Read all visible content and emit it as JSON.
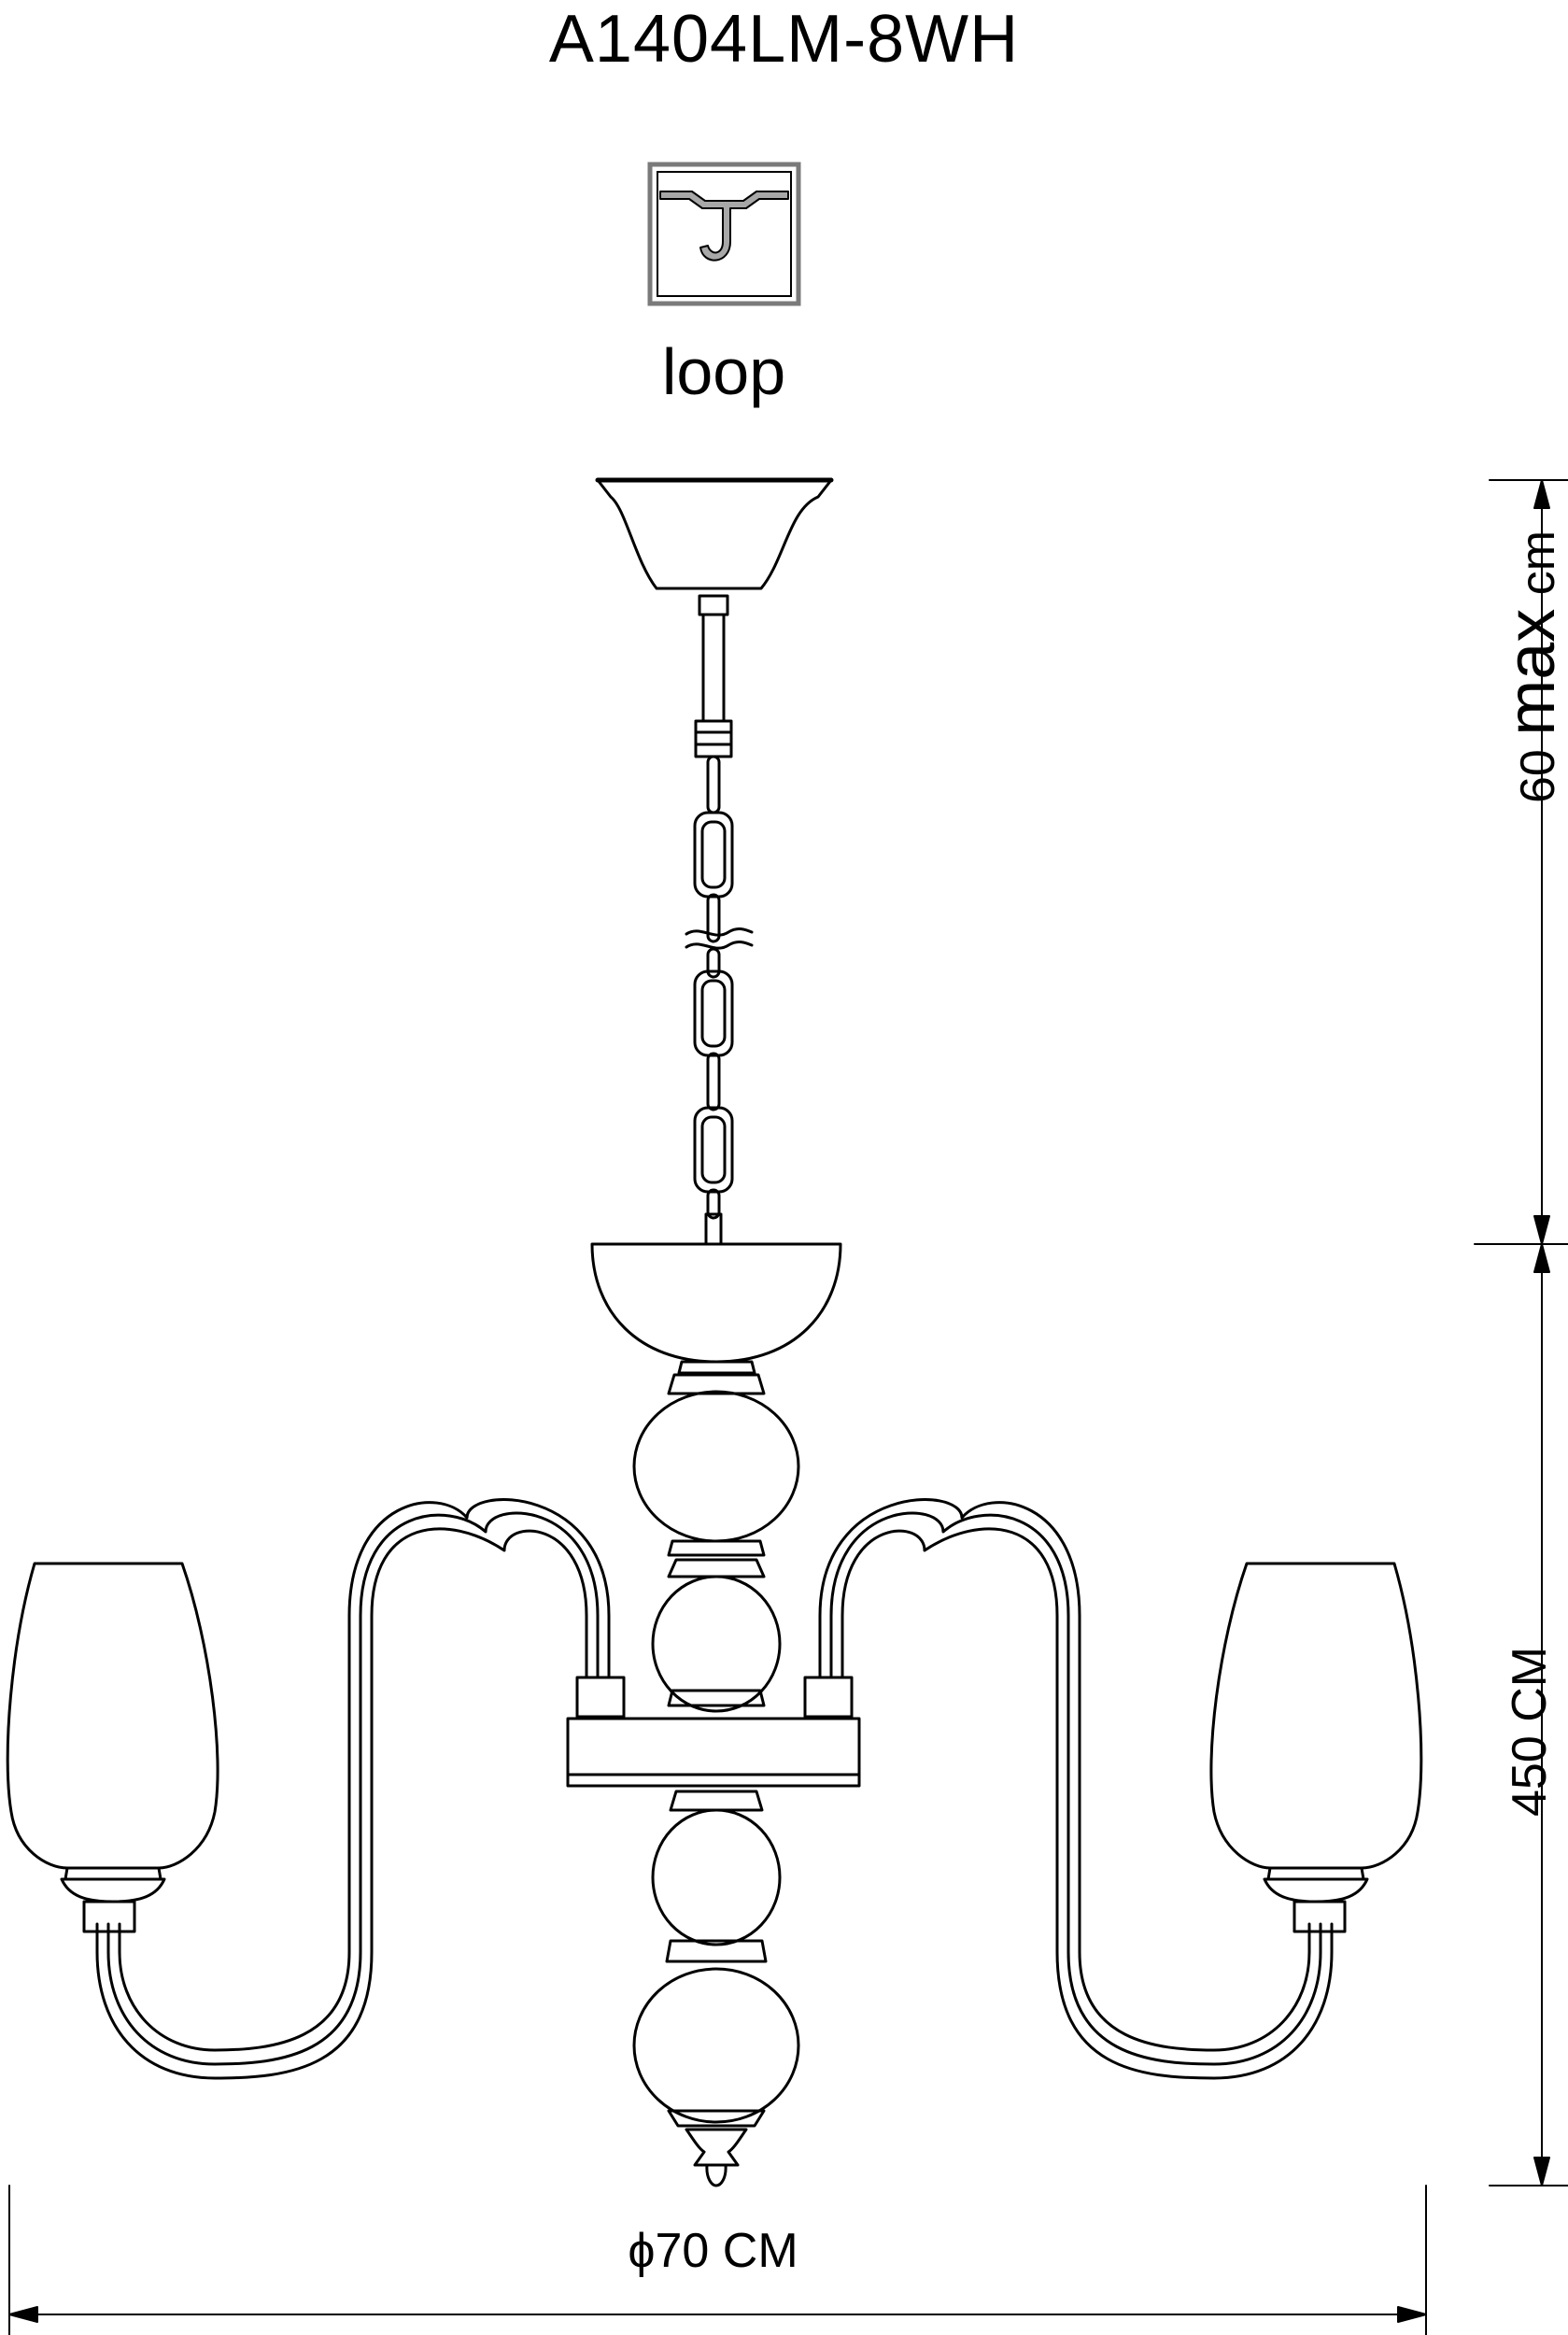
{
  "title": "A1404LM-8WH",
  "mount": {
    "icon": "ceiling-hook-icon",
    "label": "loop"
  },
  "dimensions": {
    "chain": {
      "value": "60",
      "word": "max",
      "unit": "cm"
    },
    "body": "450 CM",
    "width": "ϕ70 CM"
  },
  "colors": {
    "line": "#000000",
    "background": "#ffffff",
    "icon_border": "#7a7a7a",
    "icon_fill": "#a8a8a8"
  }
}
